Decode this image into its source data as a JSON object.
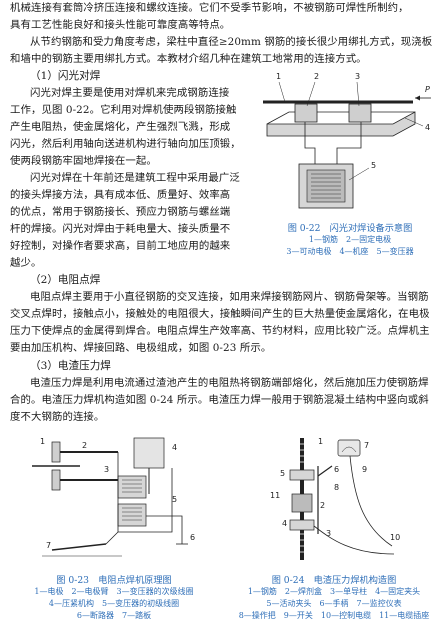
{
  "intro": {
    "line1": "机械连接有套筒冷挤压连接和螺纹连接。它们不受季节影响，不被钢筋可焊性所制约，",
    "line2": "具有工艺性能良好和接头性能可靠度高等特点。",
    "line3": "从节约钢筋和受力角度考虑，梁柱中直径≥20mm 钢筋的接长很少用绑扎方式，现浇板",
    "line4": "和墙中的钢筋主要用绑扎方式。本教材介绍几种在建筑工地常用的连接方式。"
  },
  "section1": {
    "heading": "（1）闪光对焊",
    "lines": [
      "闪光对焊主要是使用对焊机来完成钢筋连接",
      "工作，见图 0-22。它利用对焊机使两段钢筋接触",
      "产生电阻热，使金属熔化，产生强烈飞溅，形成",
      "闪光，然后利用轴向送进机构进行轴向加压顶锻，",
      "使两段钢筋牢固地焊接在一起。",
      "闪光对焊在十年前还是建筑工程中采用最广泛",
      "的接头焊接方法，具有成本低、质量好、效率高",
      "的优点，常用于钢筋接长、预应力钢筋与螺丝端",
      "杆的焊接。闪光对焊由于耗电量大、接头质量不",
      "好控制，对操作者要求高，目前工地应用的越来",
      "越少。"
    ]
  },
  "fig22": {
    "caption": "图 0-22　闪光对焊设备示意图",
    "legend1": "1—钢筋　2—固定电极",
    "legend2": "3—可动电极　4—机座　5—变压器",
    "labels": {
      "n1": "1",
      "n2": "2",
      "n3": "3",
      "n4": "4",
      "n5": "5",
      "p": "P"
    }
  },
  "section2": {
    "heading": "（2）电阻点焊",
    "lines": [
      "电阻点焊主要用于小直径钢筋的交叉连接，如用来焊接钢筋网片、钢筋骨架等。当钢筋",
      "交叉点焊时，接触点小，接触处的电阻很大，接触瞬间产生的巨大热量使金属熔化，在电极",
      "压力下使焊点的金属得到焊合。电阻点焊生产效率高、节约材料，应用比较广泛。点焊机主",
      "要由加压机构、焊接回路、电极组成，如图 0-23 所示。"
    ]
  },
  "section3": {
    "heading": "（3）电渣压力焊",
    "lines": [
      "电渣压力焊是利用电流通过渣池产生的电阻热将钢筋端部熔化，然后施加压力使钢筋焊",
      "合的。电渣压力焊机构造如图 0-24 所示。电渣压力焊一般用于钢筋混凝土结构中竖向或斜",
      "度不大钢筋的连接。"
    ]
  },
  "fig23": {
    "caption": "图 0-23　电阻点焊机原理图",
    "legend1": "1—电极　2—电极臂　3—变压器的次级线圈",
    "legend2": "4—压紧机构　5—变压器的初级线圈",
    "legend3": "6—断路器　7—踏板",
    "labels": {
      "n1": "1",
      "n2": "2",
      "n3": "3",
      "n4": "4",
      "n5": "5",
      "n6": "6",
      "n7": "7"
    }
  },
  "fig24": {
    "caption": "图 0-24　电渣压力焊机构造图",
    "legend1": "1—钢筋　2—焊剂盒　3—单导柱　4—固定夹头",
    "legend2": "5—活动夹头　6—手柄　7—监控仪表",
    "legend3": "8—操作把　9—开关　10—控制电缆　11—电缆插座",
    "labels": {
      "n1": "1",
      "n2": "2",
      "n3": "3",
      "n4": "4",
      "n5": "5",
      "n6": "6",
      "n7": "7",
      "n8": "8",
      "n9": "9",
      "n10": "10",
      "n11": "11"
    }
  },
  "colors": {
    "text": "#1a1a1a",
    "caption": "#2f6fb8"
  }
}
